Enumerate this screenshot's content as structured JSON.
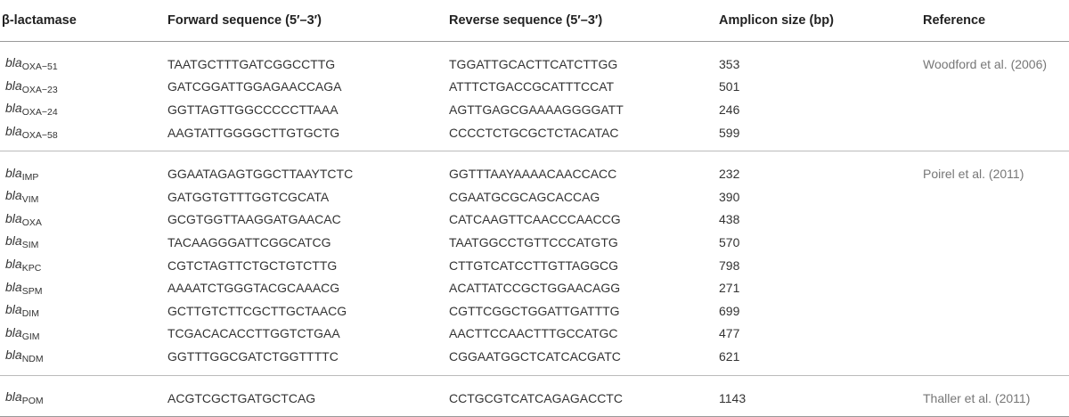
{
  "headers": [
    "β-lactamase",
    "Forward sequence (5′–3′)",
    "Reverse sequence (5′–3′)",
    "Amplicon size (bp)",
    "Reference"
  ],
  "groups": [
    {
      "reference": "Woodford et al. (2006)",
      "rows": [
        {
          "prefix": "bla",
          "sub": "OXA−51",
          "forward": "TAATGCTTTGATCGGCCTTG",
          "reverse": "TGGATTGCACTTCATCTTGG",
          "size": "353"
        },
        {
          "prefix": "bla",
          "sub": "OXA−23",
          "forward": "GATCGGATTGGAGAACCAGA",
          "reverse": "ATTTCTGACCGCATTTCCAT",
          "size": "501"
        },
        {
          "prefix": "bla",
          "sub": "OXA−24",
          "forward": "GGTTAGTTGGCCCCCTTAAA",
          "reverse": "AGTTGAGCGAAAAGGGGATT",
          "size": "246"
        },
        {
          "prefix": "bla",
          "sub": "OXA−58",
          "forward": "AAGTATTGGGGCTTGTGCTG",
          "reverse": "CCCCTCTGCGCTCTACATAC",
          "size": "599"
        }
      ]
    },
    {
      "reference": "Poirel et al. (2011)",
      "rows": [
        {
          "prefix": "bla",
          "sub": "IMP",
          "forward": "GGAATAGAGTGGCTTAAYTCTC",
          "reverse": "GGTTTAAYAAAACAACCACC",
          "size": "232"
        },
        {
          "prefix": "bla",
          "sub": "VIM",
          "forward": "GATGGTGTTTGGTCGCATA",
          "reverse": "CGAATGCGCAGCACCAG",
          "size": "390"
        },
        {
          "prefix": "bla",
          "sub": "OXA",
          "forward": "GCGTGGTTAAGGATGAACAC",
          "reverse": "CATCAAGTTCAACCCAACCG",
          "size": "438"
        },
        {
          "prefix": "bla",
          "sub": "SIM",
          "forward": "TACAAGGGATTCGGCATCG",
          "reverse": "TAATGGCCTGTTCCCATGTG",
          "size": "570"
        },
        {
          "prefix": "bla",
          "sub": "KPC",
          "forward": "CGTCTAGTTCTGCTGTCTTG",
          "reverse": "CTTGTCATCCTTGTTAGGCG",
          "size": "798"
        },
        {
          "prefix": "bla",
          "sub": "SPM",
          "forward": "AAAATCTGGGTACGCAAACG",
          "reverse": "ACATTATCCGCTGGAACAGG",
          "size": "271"
        },
        {
          "prefix": "bla",
          "sub": "DIM",
          "forward": "GCTTGTCTTCGCTTGCTAACG",
          "reverse": "CGTTCGGCTGGATTGATTTG",
          "size": "699"
        },
        {
          "prefix": "bla",
          "sub": "GIM",
          "forward": "TCGACACACCTTGGTCTGAA",
          "reverse": "AACTTCCAACTTTGCCATGC",
          "size": "477"
        },
        {
          "prefix": "bla",
          "sub": "NDM",
          "forward": "GGTTTGGCGATCTGGTTTTC",
          "reverse": "CGGAATGGCTCATCACGATC",
          "size": "621"
        }
      ]
    },
    {
      "reference": "Thaller et al. (2011)",
      "rows": [
        {
          "prefix": "bla",
          "sub": "POM",
          "forward": "ACGTCGCTGATGCTCAG",
          "reverse": "CCTGCGTCATCAGAGACCTC",
          "size": "1143"
        }
      ]
    }
  ]
}
